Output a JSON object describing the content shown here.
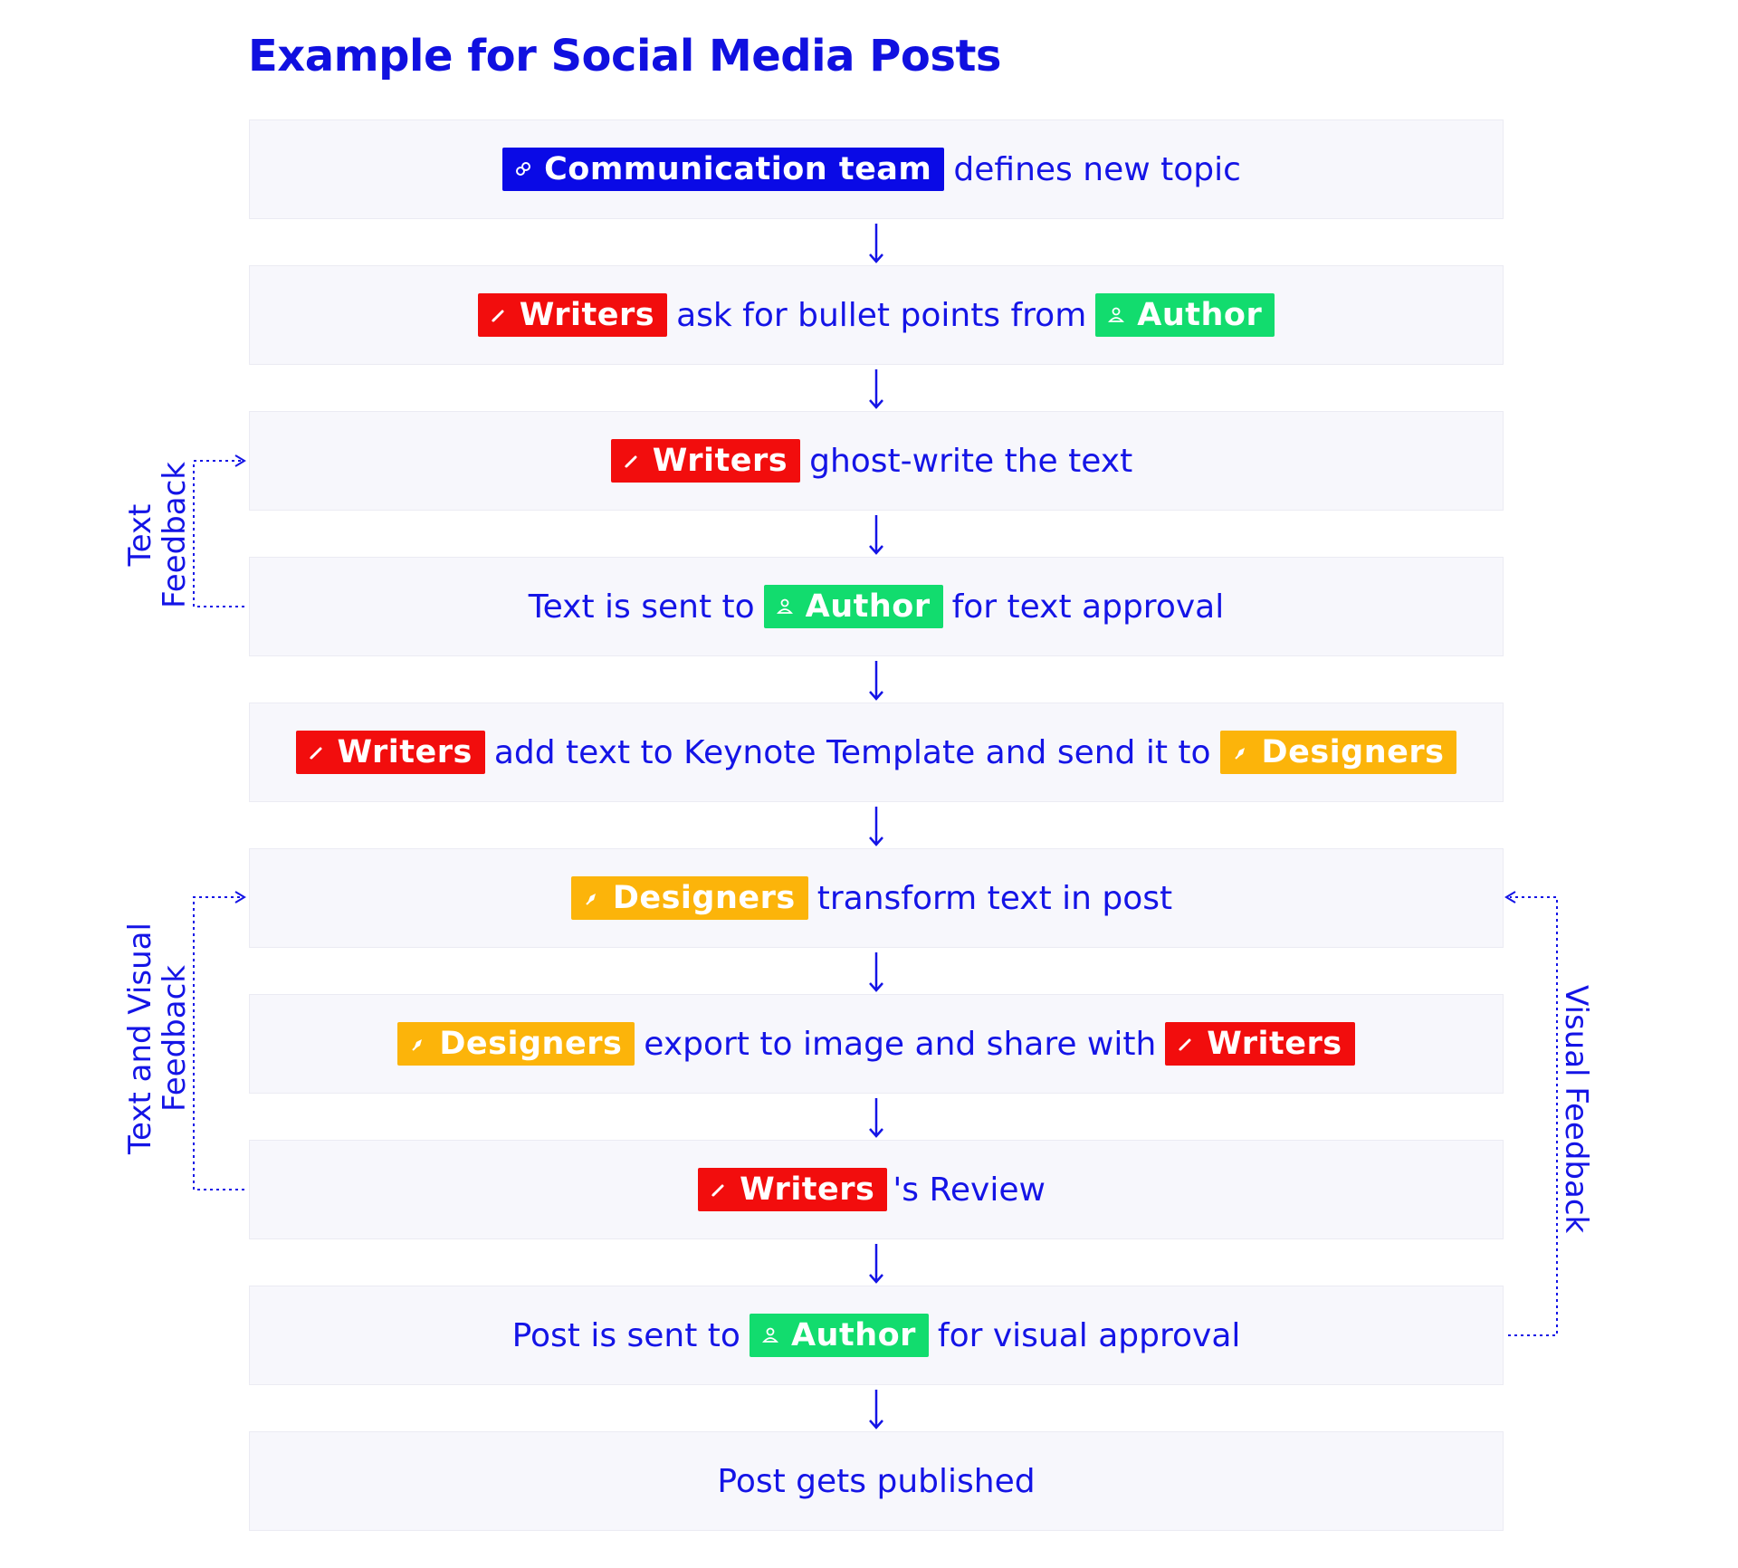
{
  "title": "Example for Social Media Posts",
  "colors": {
    "text": "#1414e6",
    "communication_team": "#0a0ae6",
    "writers": "#f20d0d",
    "author": "#12dc6e",
    "designers": "#fcb40a",
    "step_background": "#f7f7fc"
  },
  "roles": {
    "communication_team": {
      "label": "Communication team",
      "icon": "people-icon"
    },
    "writers": {
      "label": "Writers",
      "icon": "pencil-icon"
    },
    "author": {
      "label": "Author",
      "icon": "person-icon"
    },
    "designers": {
      "label": "Designers",
      "icon": "pen-nib-icon"
    }
  },
  "steps": [
    {
      "before": "",
      "after": "defines new topic"
    },
    {
      "before": "",
      "middle": "ask for bullet points from",
      "after": ""
    },
    {
      "before": "",
      "after": "ghost-write the text"
    },
    {
      "before": "Text is sent to",
      "after": "for text approval"
    },
    {
      "before": "",
      "middle": "add text to Keynote Template and send it to",
      "after": ""
    },
    {
      "before": "",
      "after": "transform text in post"
    },
    {
      "before": "",
      "middle": "export to image and share with",
      "after": ""
    },
    {
      "before": "",
      "after": "'s Review"
    },
    {
      "before": "Post is sent to",
      "after": "for visual approval"
    },
    {
      "before": "Post gets published",
      "after": ""
    }
  ],
  "feedback_loops": {
    "text_feedback": "Text\nFeedback",
    "text_and_visual_feedback": "Text and Visual\nFeedback",
    "visual_feedback": "Visual Feedback"
  }
}
